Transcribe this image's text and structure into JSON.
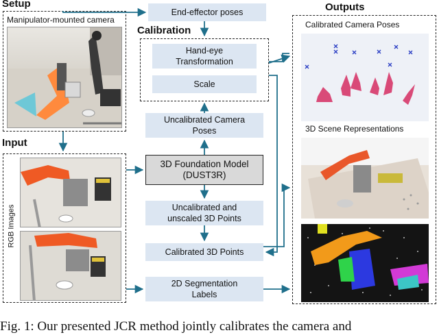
{
  "sections": {
    "setup": "Setup",
    "input": "Input",
    "calibration": "Calibration",
    "outputs": "Outputs"
  },
  "setup_photo_label": "Manipulator-mounted camera",
  "input_side_label": "RGB Images",
  "boxes": {
    "ee_poses": "End-effector poses",
    "hand_eye_line1": "Hand-eye",
    "hand_eye_line2": "Transformation",
    "scale": "Scale",
    "uncal_poses_line1": "Uncalibrated Camera",
    "uncal_poses_line2": "Poses",
    "foundation_line1": "3D Foundation Model",
    "foundation_line2": "(DUST3R)",
    "uncal_points_line1": "Uncalibrated and",
    "uncal_points_line2": "unscaled 3D Points",
    "cal_points": "Calibrated 3D Points",
    "seg_line1": "2D Segmentation",
    "seg_line2": "Labels"
  },
  "outputs": {
    "cam_poses_label": "Calibrated Camera Poses",
    "scene_label": "3D Scene Representations"
  },
  "caption": "Fig. 1: Our presented JCR method jointly calibrates the camera and",
  "colors": {
    "arrow": "#1f6f8b",
    "box_fill": "#dce6f2",
    "cone": "#d94a78",
    "cross": "#2b3fc4"
  }
}
